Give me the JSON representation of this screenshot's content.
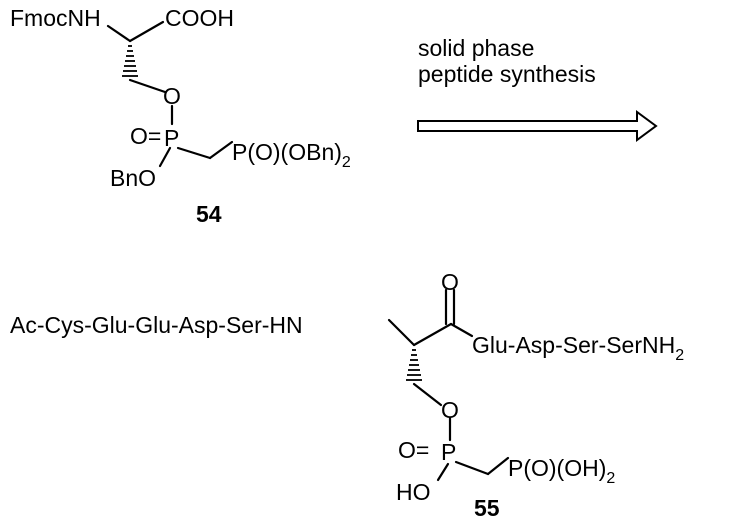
{
  "compound_54": {
    "number": "54",
    "fmocnh": "FmocNH",
    "cooh": "COOH",
    "o_ether": "O",
    "o_carbonyl": "O=",
    "p_center": "P",
    "bno": "BnO",
    "p_group": "P(O)(OBn)",
    "sub_2": "2"
  },
  "reaction_arrow": {
    "line1": "solid phase",
    "line2": "peptide synthesis"
  },
  "compound_55": {
    "number": "55",
    "peptide_left": "Ac-Cys-Glu-Glu-Asp-Ser-HN",
    "o_top": "O",
    "peptide_right": "Glu-Asp-Ser-SerNH",
    "sub_2": "2",
    "o_ether": "O",
    "o_carbonyl": "O=",
    "p_center": "P",
    "ho": "HO",
    "p_group": "P(O)(OH)",
    "sub_2b": "2"
  }
}
